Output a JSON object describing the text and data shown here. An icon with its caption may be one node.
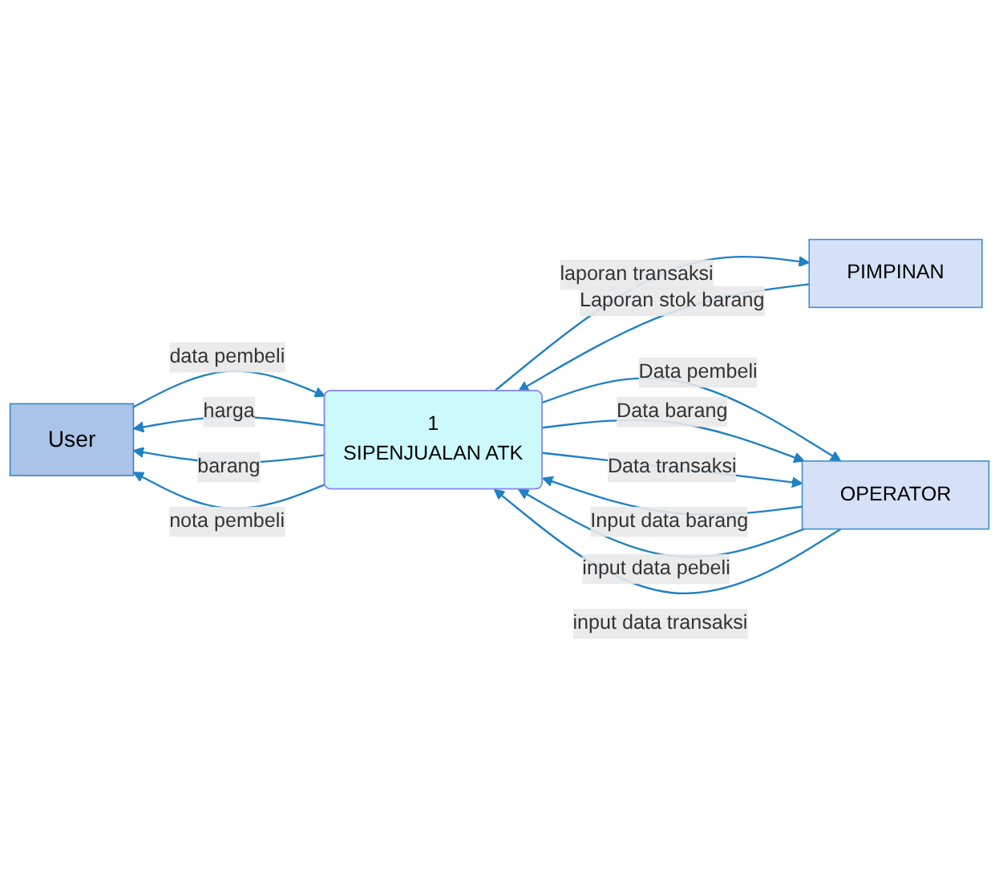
{
  "diagram": {
    "nodes": [
      {
        "text": [
          "User"
        ]
      },
      {
        "text": [
          "PIMPINAN"
        ]
      },
      {
        "text": [
          "1",
          "SIPENJUALAN ATK"
        ]
      },
      {
        "text": [
          "OPERATOR"
        ]
      }
    ],
    "edges": [
      {
        "from": 1,
        "to": 2,
        "arrow": "to",
        "label": "Laporan stok barang"
      },
      {
        "from": 2,
        "to": 1,
        "arrow": "to",
        "label": "laporan transaksi"
      },
      {
        "from": 0,
        "to": 2,
        "arrow": "to",
        "label": "data pembeli"
      },
      {
        "from": 2,
        "to": 0,
        "arrow": "to",
        "label": "harga"
      },
      {
        "from": 2,
        "to": 0,
        "arrow": "to",
        "label": "barang"
      },
      {
        "from": 2,
        "to": 0,
        "arrow": "to",
        "label": "nota pembeli"
      },
      {
        "from": 2,
        "to": 3,
        "arrow": "to",
        "label": "Data pembeli"
      },
      {
        "from": 2,
        "to": 3,
        "arrow": "to",
        "label": "Data barang"
      },
      {
        "from": 2,
        "to": 3,
        "arrow": "to",
        "label": "Data transaksi"
      },
      {
        "from": 3,
        "to": 2,
        "arrow": "to",
        "label": "Input data barang"
      },
      {
        "from": 3,
        "to": 2,
        "arrow": "to",
        "label": "input data pebeli"
      },
      {
        "from": 3,
        "to": 2,
        "arrow": "to",
        "label": "input data transaksi"
      }
    ]
  }
}
